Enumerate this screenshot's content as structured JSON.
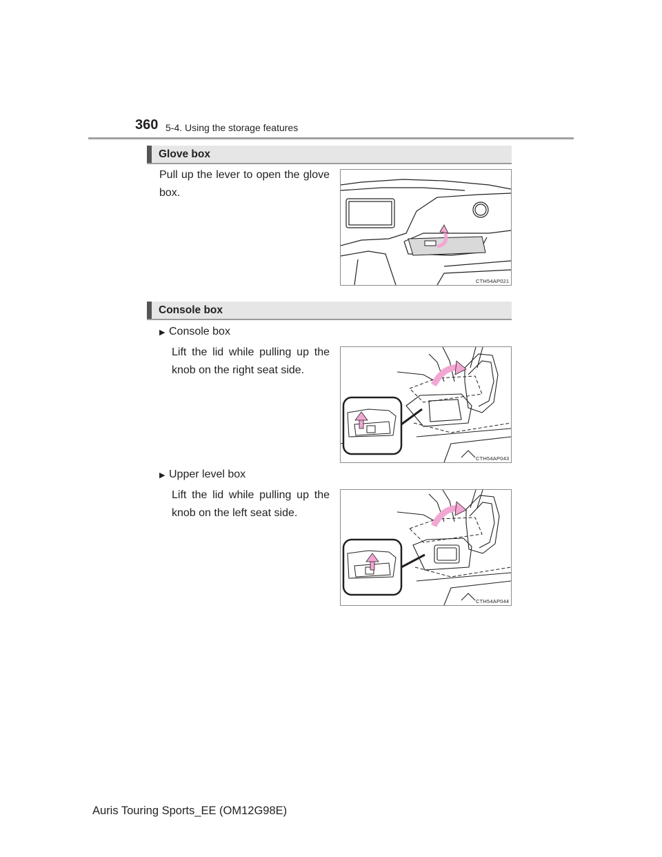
{
  "header": {
    "page_number": "360",
    "section_title": "5-4. Using the storage features"
  },
  "glove_box": {
    "heading": "Glove box",
    "text_line1": "Pull up the lever to open the glove",
    "text_line2": "box.",
    "figure_code": "CTH54AP021"
  },
  "console_box": {
    "heading": "Console box",
    "item1": {
      "title": "Console box",
      "text_line1": "Lift the lid while pulling up the",
      "text_line2": "knob on the right seat side.",
      "figure_code": "CTH54AP043"
    },
    "item2": {
      "title": "Upper level box",
      "text_line1": "Lift the lid while pulling up the",
      "text_line2": "knob on the left seat side.",
      "figure_code": "CTH54AP044"
    }
  },
  "footer": {
    "text": "Auris Touring Sports_EE (OM12G98E)"
  },
  "colors": {
    "arrow_pink": "#f2a7d3",
    "heading_bg": "#e6e6e6",
    "heading_mark": "#555555"
  }
}
